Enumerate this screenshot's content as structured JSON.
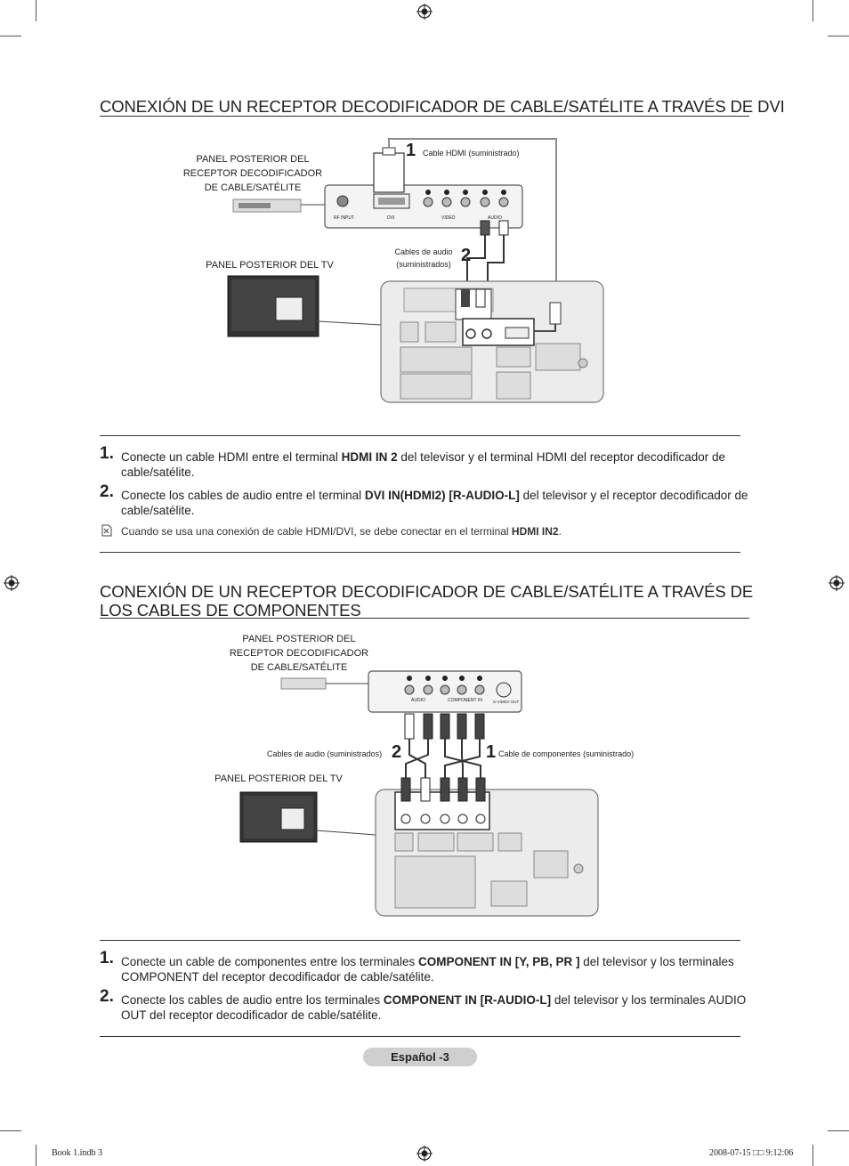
{
  "section1": {
    "title": "CONEXIÓN DE UN RECEPTOR DECODIFICADOR DE CABLE/SATÉLITE A TRAVÉS DE DVI",
    "diagram": {
      "box_label": [
        "PANEL POSTERIOR DEL",
        "RECEPTOR DECODIFICADOR",
        "DE CABLE/SATÉLITE"
      ],
      "tv_label": "PANEL POSTERIOR DEL TV",
      "callout1_num": "1",
      "callout1_text": "Cable HDMI (suministrado)",
      "callout2_num": "2",
      "callout2_text": [
        "Cables de audio",
        "(suministrados)"
      ],
      "port_labels": [
        "RF INPUT",
        "DVI",
        "VIDEO",
        "AUDIO"
      ]
    },
    "steps": [
      {
        "num": "1.",
        "pre": "Conecte un cable HDMI entre el terminal ",
        "bold": "HDMI IN 2",
        "post": " del televisor y el terminal HDMI del receptor decodificador de cable/satélite."
      },
      {
        "num": "2.",
        "pre": "Conecte los cables de audio entre el terminal ",
        "bold": "DVI IN(HDMI2) [R-AUDIO-L]",
        "post": " del televisor y el receptor decodificador de cable/satélite."
      }
    ],
    "note": {
      "pre": "Cuando se usa una conexión de cable HDMI/DVI, se debe conectar en el terminal ",
      "bold": "HDMI IN2",
      "post": "."
    }
  },
  "section2": {
    "title_line1": "CONEXIÓN DE UN RECEPTOR DECODIFICADOR DE CABLE/SATÉLITE A TRAVÉS DE",
    "title_line2": "LOS CABLES DE COMPONENTES",
    "diagram": {
      "box_label": [
        "PANEL POSTERIOR DEL",
        "RECEPTOR DECODIFICADOR",
        "DE CABLE/SATÉLITE"
      ],
      "tv_label": "PANEL POSTERIOR DEL TV",
      "callout1_num": "1",
      "callout1_text": "Cable de componentes (suministrado)",
      "callout2_num": "2",
      "callout2_text": "Cables de audio (suministrados)",
      "port_labels": [
        "AUDIO",
        "COMPONENT IN",
        "S-VIDEO OUT"
      ]
    },
    "steps": [
      {
        "num": "1.",
        "pre": "Conecte un cable de componentes entre los terminales ",
        "bold": "COMPONENT IN [Y, PB, PR ]",
        "post": " del televisor y los terminales COMPONENT del receptor decodificador de cable/satélite."
      },
      {
        "num": "2.",
        "pre": "Conecte los cables de audio entre los terminales ",
        "bold": "COMPONENT IN [R-AUDIO-L]",
        "post": " del televisor y los terminales AUDIO OUT del receptor decodificador de cable/satélite."
      }
    ]
  },
  "page_label": "Español -3",
  "footer": {
    "left": "Book 1.indb   3",
    "right": "2008-07-15   □□ 9:12:06"
  }
}
